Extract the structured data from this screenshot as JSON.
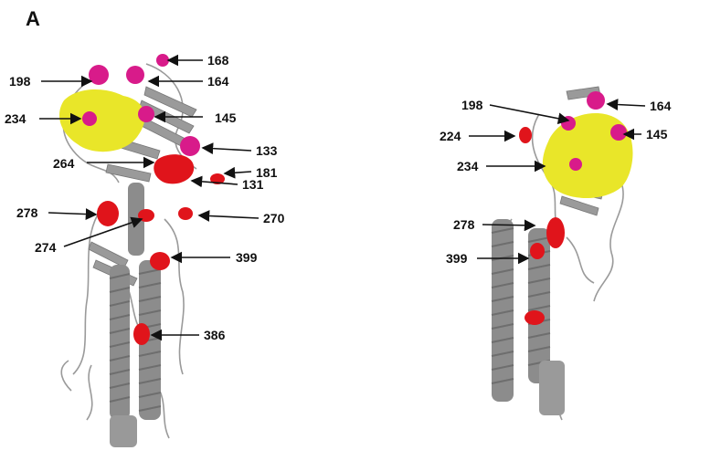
{
  "panel_label": "A",
  "left_structure": {
    "labels": [
      "168",
      "198",
      "164",
      "234",
      "145",
      "133",
      "264",
      "181",
      "131",
      "278",
      "270",
      "274",
      "399",
      "386"
    ]
  },
  "right_structure": {
    "labels": [
      "198",
      "164",
      "224",
      "145",
      "234",
      "278",
      "399"
    ]
  },
  "colors": {
    "backbone": "#8c8c8c",
    "backbone_dark": "#6e6e6e",
    "highlight_red": "#e0141b",
    "highlight_magenta": "#d81b8a",
    "highlight_yellow": "#e9e629",
    "arrow": "#111111"
  }
}
